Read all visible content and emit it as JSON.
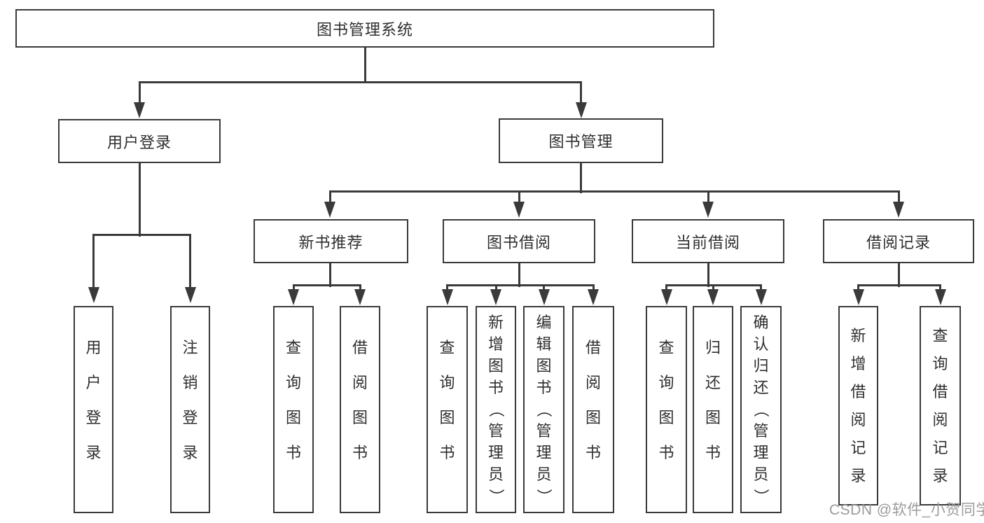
{
  "tree": {
    "label": "图书管理系统",
    "children": [
      {
        "label": "用户登录",
        "children": [
          {
            "label": "用户登录"
          },
          {
            "label": "注销登录"
          }
        ]
      },
      {
        "label": "图书管理",
        "children": [
          {
            "label": "新书推荐",
            "children": [
              {
                "label": "查询图书"
              },
              {
                "label": "借阅图书"
              }
            ]
          },
          {
            "label": "图书借阅",
            "children": [
              {
                "label": "查询图书"
              },
              {
                "label": "新增图书（管理员）"
              },
              {
                "label": "编辑图书（管理员）"
              },
              {
                "label": "借阅图书"
              }
            ]
          },
          {
            "label": "当前借阅",
            "children": [
              {
                "label": "查询图书"
              },
              {
                "label": "归还图书"
              },
              {
                "label": "确认归还（管理员）"
              }
            ]
          },
          {
            "label": "借阅记录",
            "children": [
              {
                "label": "新增借阅记录"
              },
              {
                "label": "查询借阅记录"
              }
            ]
          }
        ]
      }
    ]
  },
  "watermark": {
    "text": "CSDN @软件_小贺同学"
  },
  "colors": {
    "line": "#3a3a3a",
    "text": "#2f2f2f",
    "box_bg": "#ffffff",
    "watermark": "#9b9b9b"
  }
}
